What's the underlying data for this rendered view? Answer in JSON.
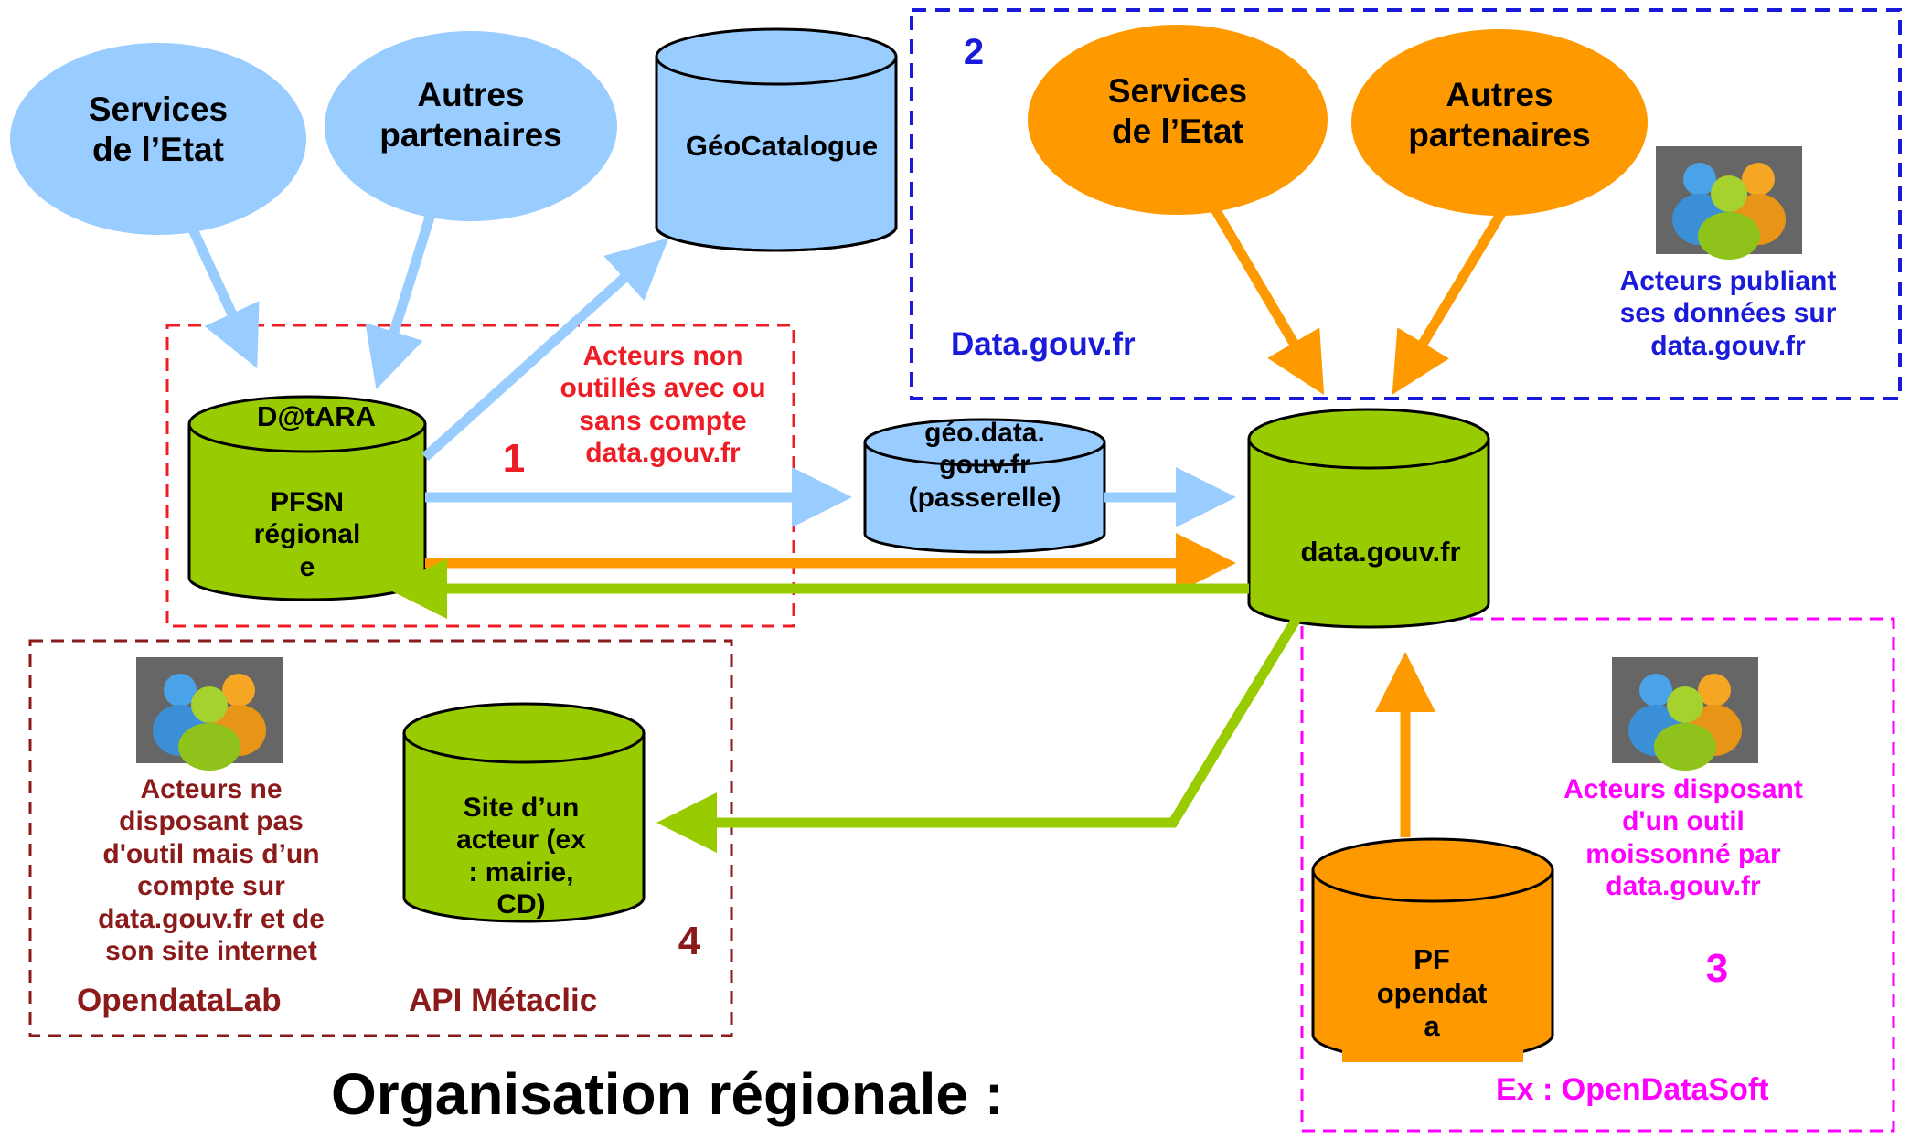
{
  "nodes": {
    "blue_services": "Services\nde l’Etat",
    "blue_partners": "Autres\npartenaires",
    "geocatalogue": "GéoCatalogue",
    "datara_title": "D@tARA",
    "datara_body": "PFSN\nrégional\ne",
    "geo_passerelle": "géo.data.\ngouv.fr\n(passerelle)",
    "datagouv": "data.gouv.fr",
    "orange_services": "Services\nde l’Etat",
    "orange_partners": "Autres\npartenaires",
    "site_acteur": "Site d’un\nacteur (ex\n: mairie,\nCD)",
    "pf_opendata": "PF\nopendat\na"
  },
  "zones": {
    "zone1": {
      "number": "1",
      "caption": "Acteurs non\noutillés avec ou\nsans compte\ndata.gouv.fr",
      "color": "#ee1c24"
    },
    "zone2": {
      "number": "2",
      "title": "Data.gouv.fr",
      "caption": "Acteurs publiant\nses données sur\ndata.gouv.fr",
      "color": "#1a1adb"
    },
    "zone3": {
      "number": "3",
      "caption": "Acteurs disposant\nd'un outil\nmoissonné par\ndata.gouv.fr",
      "example": "Ex : OpenDataSoft",
      "color": "#ff00ff"
    },
    "zone4": {
      "number": "4",
      "caption": "Acteurs ne\ndisposant pas\nd'outil mais d’un\ncompte sur\ndata.gouv.fr et de\nson site internet",
      "opendatalab": "OpendataLab",
      "api": "API Métaclic",
      "color": "#8b1a1a"
    }
  },
  "title": "Organisation régionale :",
  "icons": [
    "people-icon",
    "people-icon",
    "people-icon"
  ],
  "colors": {
    "blue_fill": "#99ccff",
    "green_fill": "#99cc00",
    "orange_fill": "#ff9900",
    "blue_arrow": "#99ccff",
    "orange_arrow": "#ff9900",
    "green_arrow": "#99cc00"
  }
}
